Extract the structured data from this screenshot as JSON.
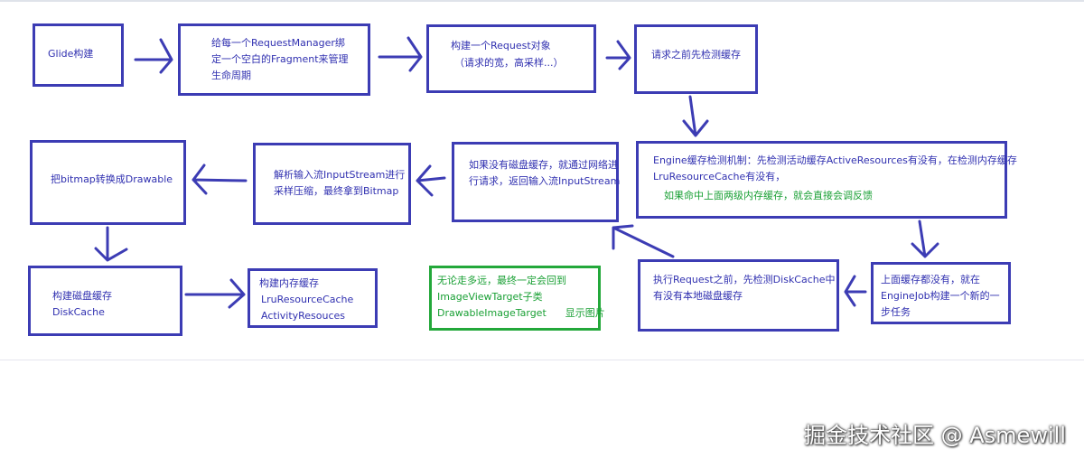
{
  "nodes": {
    "glide_build": [
      "Glide构建"
    ],
    "request_manager": [
      "给每一个RequestManager绑",
      "定一个空白的Fragment来管理",
      "生命周期"
    ],
    "build_request": [
      "构建一个Request对象",
      "（请求的宽，高采样...）"
    ],
    "check_cache": [
      "请求之前先检测缓存"
    ],
    "engine_check": [
      "Engine缓存检测机制：先检测活动缓存ActiveResources有没有，在检测内存缓存",
      "LruResourceCache有没有，"
    ],
    "engine_hit": "如果命中上面两级内存缓存，就会直接会调反馈",
    "enginejob": [
      "上面缓存都没有，就在",
      "EngineJob构建一个新的一",
      "步任务"
    ],
    "diskcache_check": [
      "执行Request之前，先检测DiskCache中",
      "有没有本地磁盘缓存"
    ],
    "network": [
      "如果没有磁盘缓存，就通过网络进",
      "行请求，返回输入流InputStream"
    ],
    "decode": [
      "解析输入流InputStream进行",
      "采样压缩，最终拿到Bitmap"
    ],
    "to_drawable": [
      "把bitmap转换成Drawable"
    ],
    "disk_cache": [
      "构建磁盘缓存",
      "DiskCache"
    ],
    "mem_cache": [
      "构建内存缓存",
      "LruResourceCache",
      "ActivityResouces"
    ],
    "final_note": [
      "无论走多远，最终一定会回到",
      "ImageViewTarget子类",
      "DrawableImageTarget      显示图片"
    ]
  },
  "watermark": "掘金技术社区 @ Asmewill",
  "colors": {
    "box_border": "#3c3cb4",
    "text": "#3030b0",
    "green": "#23a83a",
    "arrow": "#3c3cb4"
  }
}
